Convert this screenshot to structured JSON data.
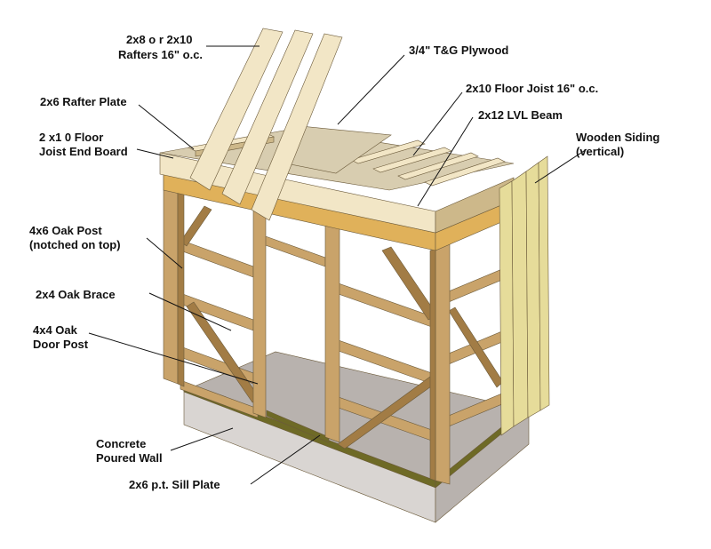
{
  "labels": {
    "rafters_l1": "2x8  o r 2x10",
    "rafters_l2": "Rafters 16\" o.c.",
    "plywood": "3/4\" T&G Plywood",
    "rafter_plate": "2x6 Rafter Plate",
    "floor_joist": "2x10 Floor Joist 16\" o.c.",
    "lvl_beam": "2x12 LVL Beam",
    "end_board_l1": "2 x1 0 Floor",
    "end_board_l2": "Joist End Board",
    "siding_l1": "Wooden Siding",
    "siding_l2": "(vertical)",
    "post_l1": "4x6  Oak Post",
    "post_l2": "(notched on top)",
    "brace": "2x4 Oak Brace",
    "door_post_l1": "4x4 Oak",
    "door_post_l2": "Door Post",
    "wall_l1": "Concrete",
    "wall_l2": "Poured Wall",
    "sill": "2x6 p.t. Sill Plate"
  },
  "colors": {
    "timber": "#c9a36a",
    "timber_dark": "#a27c45",
    "lumber": "#f2e6c6",
    "lumber_edge": "#cdb88a",
    "osb": "#e0b15a",
    "plywood": "#d8cdb0",
    "concrete": "#d9d5d2",
    "concrete_dark": "#b8b2ae",
    "sill": "#6e6a26",
    "siding": "#e6dc9a"
  }
}
